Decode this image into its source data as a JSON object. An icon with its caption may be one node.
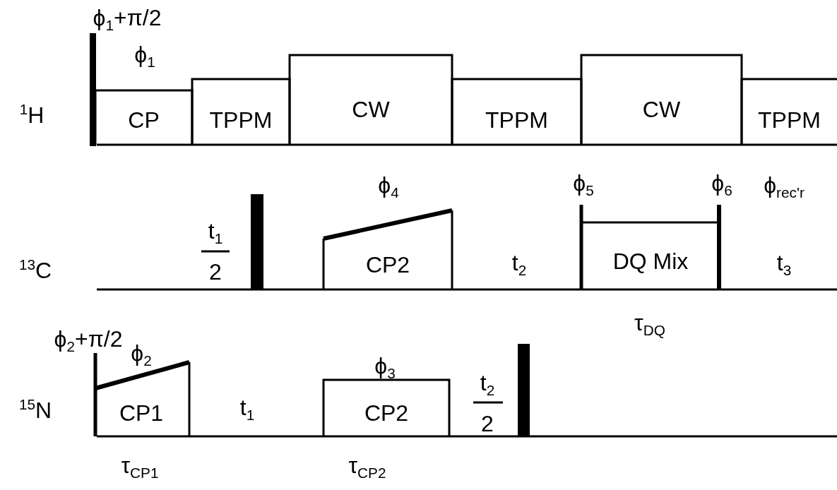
{
  "diagram": {
    "nodes": [
      {
        "text": [],
        "shape": "bar"
      },
      {
        "text": [
          "CP"
        ]
      },
      {
        "text": [
          "TPPM"
        ]
      },
      {
        "text": [
          "CW"
        ]
      },
      {
        "text": [
          "TPPM"
        ]
      },
      {
        "text": [
          "CW"
        ]
      },
      {
        "text": [
          "TPPM"
        ]
      },
      {
        "text": [],
        "shape": "bar"
      },
      {
        "text": [
          "CP2"
        ]
      },
      {
        "text": [
          "DQ Mix"
        ]
      },
      {
        "text": [
          "CP1"
        ]
      },
      {
        "text": [
          "CP2"
        ]
      },
      {
        "text": [],
        "shape": "bar"
      }
    ],
    "labels": [
      "ϕ$_{1}$+π/2",
      "ϕ$_{1}$",
      "$^{1}$H",
      "ϕ$_{4}$",
      "ϕ$_{5}$",
      "ϕ$_{6}$",
      "ϕ$_{rec'r}$",
      "$^{13}$C",
      "t$_{1}$",
      "2",
      "t$_{2}$",
      "t$_{3}$",
      "τ$_{DQ}$",
      "ϕ$_{2}$+π/2",
      "ϕ$_{2}$",
      "ϕ$_{3}$",
      "$^{15}$N",
      "t$_{1}$",
      "t$_{2}$",
      "2",
      "τ$_{CP1}$",
      "τ$_{CP2}$"
    ]
  }
}
